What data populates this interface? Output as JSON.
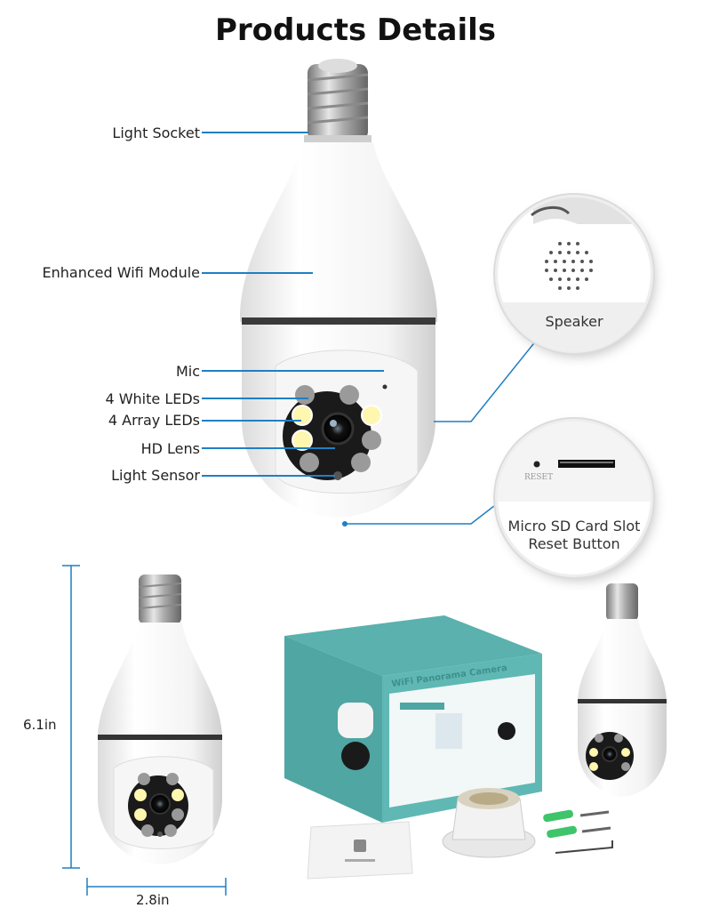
{
  "page": {
    "title": "Products Details"
  },
  "callouts": {
    "light_socket": "Light Socket",
    "wifi_module": "Enhanced Wifi Module",
    "mic": "Mic",
    "white_leds": "4 White LEDs",
    "array_leds": "4 Array LEDs",
    "hd_lens": "HD Lens",
    "light_sensor": "Light Sensor"
  },
  "insets": {
    "speaker": "Speaker",
    "sd_slot": "Micro SD Card Slot",
    "reset_button": "Reset Button",
    "reset_text": "RESET"
  },
  "dimensions": {
    "height": "6.1in",
    "width": "2.8in"
  },
  "package": {
    "box_title": "WiFi Panorama Camera"
  },
  "colors": {
    "callout_line": "#1f7fc4",
    "box_teal": "#4fa6a3",
    "led_white": "#fff6b0",
    "camera_face": "#1a1a1a"
  }
}
